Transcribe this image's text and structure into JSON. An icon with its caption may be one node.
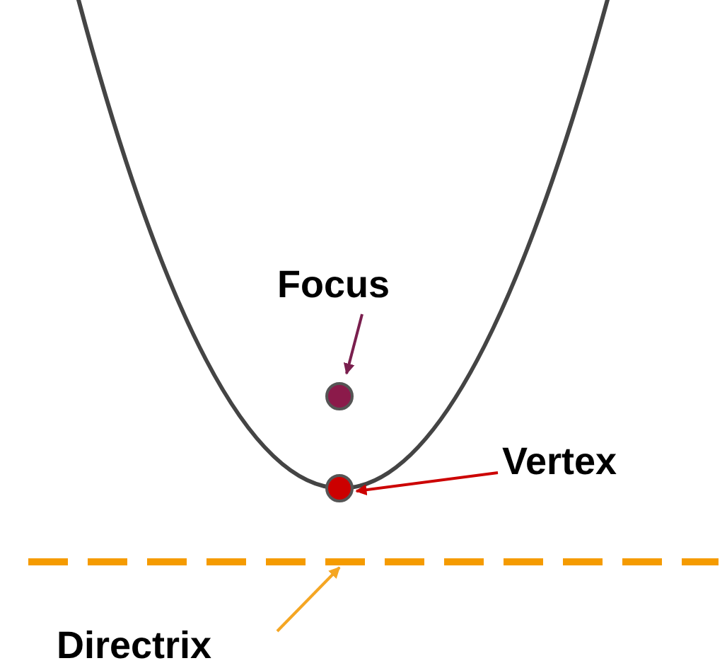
{
  "diagram": {
    "nodes": [
      {
        "text": [
          "Focus"
        ]
      },
      {
        "text": [],
        "shape": "circle"
      },
      {
        "text": [
          "Vertex"
        ]
      },
      {
        "text": [],
        "shape": "circle"
      },
      {
        "text": [
          "Directrix"
        ]
      },
      {
        "text": [],
        "shape": "line"
      }
    ],
    "edges": [
      {
        "from": 0,
        "to": 1,
        "arrow": "to",
        "color": "#7a1f4e"
      },
      {
        "from": 2,
        "to": 3,
        "arrow": "to",
        "color": "#cc0000"
      },
      {
        "from": 4,
        "to": 5,
        "arrow": "to",
        "color": "#f5a623"
      }
    ]
  }
}
